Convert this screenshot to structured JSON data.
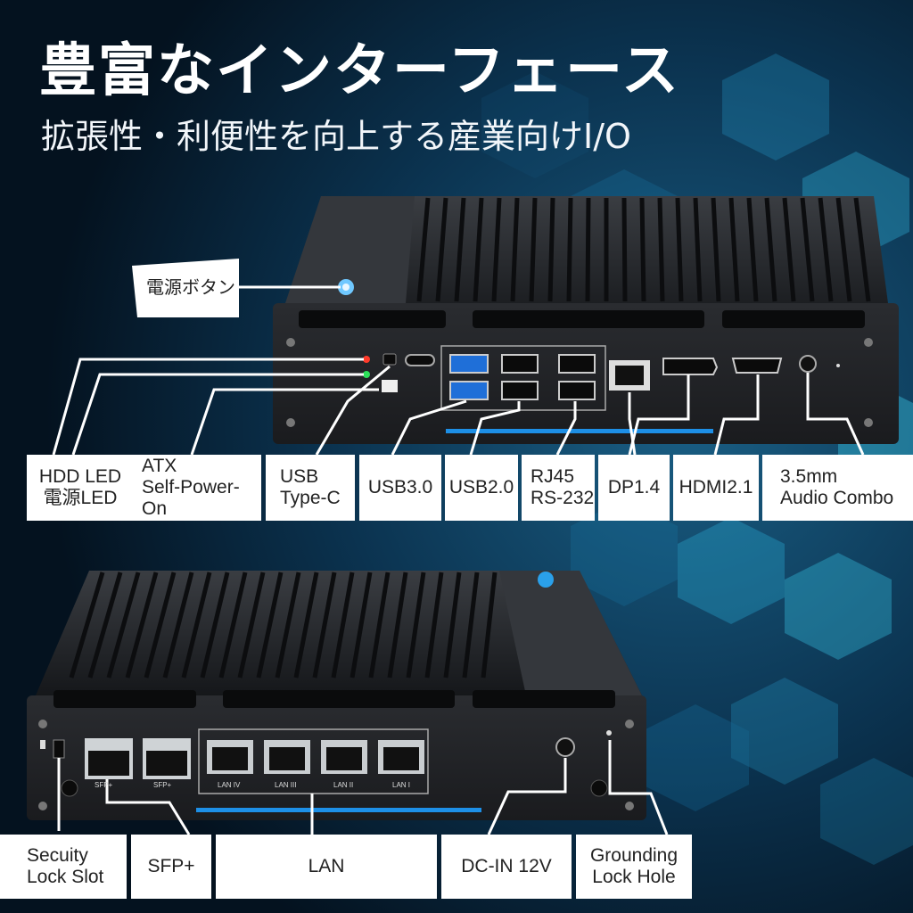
{
  "title": "豊富なインターフェース",
  "subtitle": "拡張性・利便性を向上する産業向けI/O",
  "callout_power": "電源ボタン",
  "colors": {
    "background": "#061a2c",
    "accent_blue": "#1d8fe6",
    "label_bg": "#ffffff"
  },
  "front_labels": [
    "HDD LED\n電源LED",
    "ATX\nSelf-Power-On",
    "USB\nType-C",
    "USB3.0",
    "USB2.0",
    "RJ45\nRS-232",
    "DP1.4",
    "HDMI2.1",
    "3.5mm\nAudio Combo"
  ],
  "rear_labels": [
    "Secuity\nLock Slot",
    "SFP+",
    "LAN",
    "DC-IN 12V",
    "Grounding\nLock Hole"
  ],
  "port_marks": {
    "sfp": "SFP+",
    "lan": [
      "LAN IV",
      "LAN III",
      "LAN II",
      "LAN I"
    ]
  }
}
